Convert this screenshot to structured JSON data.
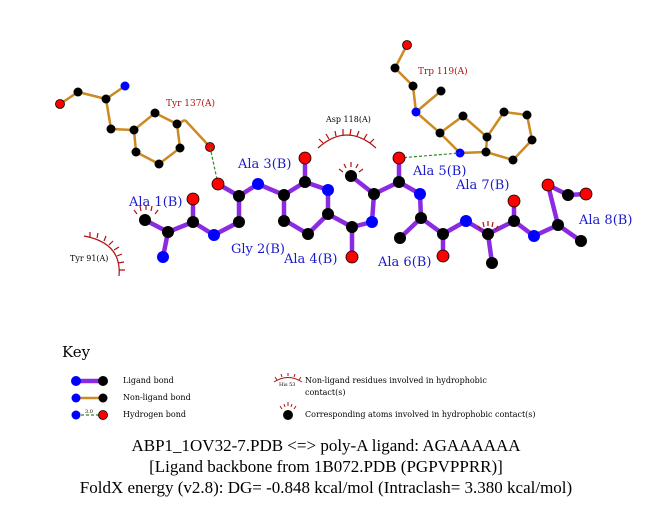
{
  "colors": {
    "ligand_bond": "#8a2be2",
    "nonligand_bond": "#cc8a22",
    "hbond": "#2e8b22",
    "atom_c": "#000000",
    "atom_o": "#ff0000",
    "atom_n": "#0000ff",
    "residue_label": "#b01010",
    "ligand_label": "#1a1acc",
    "hydrophobic": "#b01010"
  },
  "diagram": {
    "ligand_labels": [
      "Ala 1(B)",
      "Gly 2(B)",
      "Ala 3(B)",
      "Ala 4(B)",
      "Ala 5(B)",
      "Ala 6(B)",
      "Ala 7(B)",
      "Ala 8(B)"
    ],
    "residue_labels": [
      "Tyr 137(A)",
      "Trp 119(A)"
    ],
    "hydrophobic_labels": [
      "Asp 118(A)",
      "Tyr 91(A)"
    ]
  },
  "key": {
    "title": "Key",
    "ligand_bond": "Ligand bond",
    "nonligand_bond": "Non-ligand bond",
    "hydrogen_bond": "Hydrogen bond",
    "hbond_length": "3.0",
    "hydrophobic_residue_example": "His 53",
    "hydrophobic_residues_line1": "Non-ligand residues involved in hydrophobic",
    "hydrophobic_residues_line2": "contact(s)",
    "hydrophobic_atoms": "Corresponding atoms involved in hydrophobic contact(s)"
  },
  "caption": {
    "line1": "ABP1_1OV32-7.PDB <=> poly-A ligand: AGAAAAAA",
    "line2": "[Ligand backbone from 1B072.PDB (PGPVPPRR)]",
    "line3": "FoldX energy (v2.8): DG= -0.848 kcal/mol (Intraclash= 3.380 kcal/mol)"
  }
}
